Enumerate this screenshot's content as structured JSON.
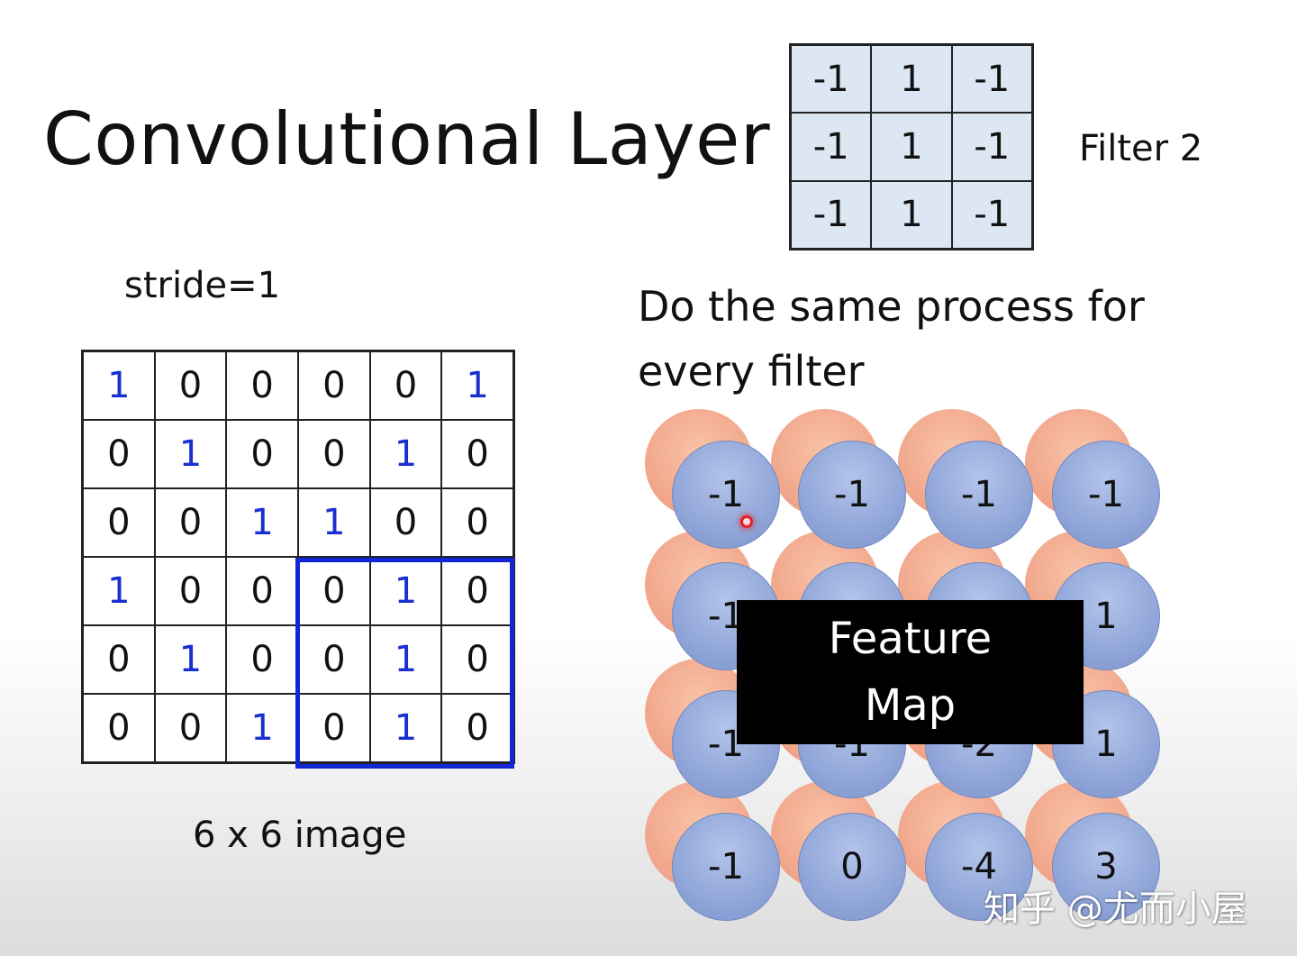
{
  "title": "Convolutional Layer",
  "filter": {
    "label": "Filter 2",
    "cells": [
      "-1",
      "1",
      "-1",
      "-1",
      "1",
      "-1",
      "-1",
      "1",
      "-1"
    ]
  },
  "stride_text": "stride=1",
  "process_text": "Do the same process for every filter",
  "image": {
    "caption": "6 x 6 image",
    "cells": [
      "1",
      "0",
      "0",
      "0",
      "0",
      "1",
      "0",
      "1",
      "0",
      "0",
      "1",
      "0",
      "0",
      "0",
      "1",
      "1",
      "0",
      "0",
      "1",
      "0",
      "0",
      "0",
      "1",
      "0",
      "0",
      "1",
      "0",
      "0",
      "1",
      "0",
      "0",
      "0",
      "1",
      "0",
      "1",
      "0"
    ]
  },
  "feature_map": {
    "overlay_line1": "Feature",
    "overlay_line2": "Map",
    "rows": [
      [
        "-1",
        "-1",
        "-1",
        "-1"
      ],
      [
        "-1",
        "",
        "",
        "1"
      ],
      [
        "-1",
        "-1",
        "-2",
        "1"
      ],
      [
        "-1",
        "0",
        "-4",
        "3"
      ]
    ]
  },
  "watermark": "知乎 @尤而小屋",
  "colors": {
    "blue_digit": "#1a2fd0",
    "highlight_border": "#1226d6",
    "circle_blue": "#8ea4d8",
    "circle_orange": "#f0a58a",
    "filter_bg": "#dde7f4"
  }
}
